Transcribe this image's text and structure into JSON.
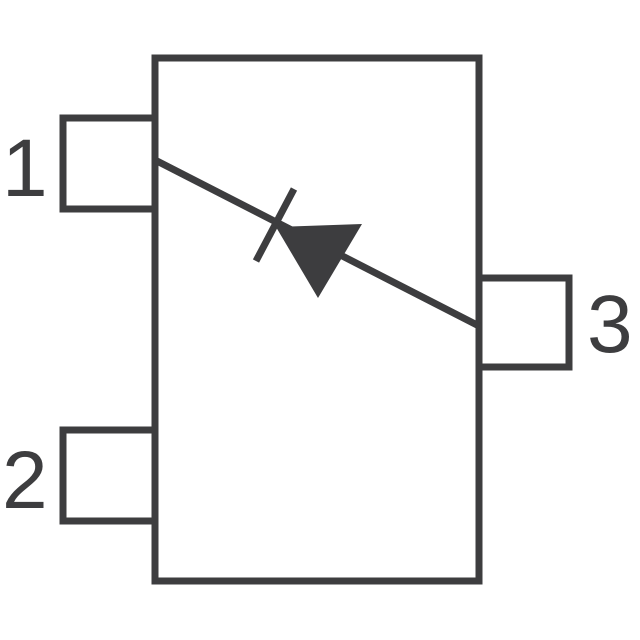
{
  "pins": [
    {
      "number": "1",
      "label": "1"
    },
    {
      "number": "2",
      "label": "2"
    },
    {
      "number": "3",
      "label": "3"
    }
  ],
  "colors": {
    "stroke": "#3d3d3f",
    "background": "#ffffff"
  },
  "symbol": {
    "type": "diode",
    "pin_anode": "3",
    "pin_cathode": "1",
    "pin_unconnected": "2"
  }
}
